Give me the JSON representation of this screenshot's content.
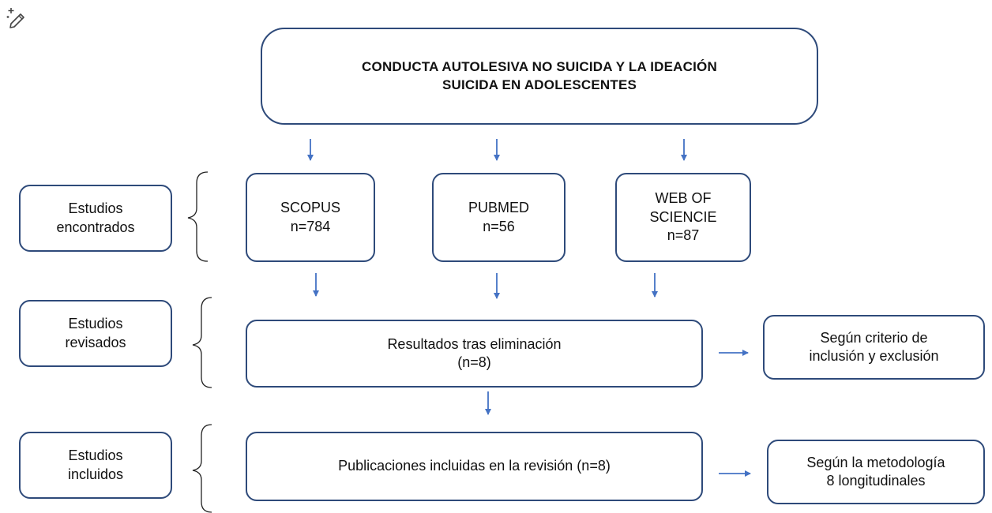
{
  "title": {
    "line1": "CONDUCTA AUTOLESIVA NO SUICIDA Y LA IDEACIÓN",
    "line2": "SUICIDA EN ADOLESCENTES"
  },
  "stages": {
    "found": {
      "line1": "Estudios",
      "line2": "encontrados"
    },
    "reviewed": {
      "line1": "Estudios",
      "line2": "revisados"
    },
    "included": {
      "line1": "Estudios",
      "line2": "incluidos"
    }
  },
  "databases": {
    "scopus": {
      "name": "SCOPUS",
      "count": "n=784"
    },
    "pubmed": {
      "name": "PUBMED",
      "count": "n=56"
    },
    "wos": {
      "line1": "WEB OF",
      "line2": "SCIENCIE",
      "count": "n=87"
    }
  },
  "results": {
    "line1": "Resultados tras eliminación",
    "line2": "(n=8)"
  },
  "criteria": {
    "line1": "Según criterio de",
    "line2": "inclusión y exclusión"
  },
  "publications": {
    "label": "Publicaciones incluidas en la revisión (n=8)"
  },
  "methodology": {
    "line1": "Según la metodología",
    "line2": "8 longitudinales"
  },
  "colors": {
    "border": "#2e4a7a",
    "arrow": "#4472c4"
  },
  "icons": {
    "top_left": "magic-pencil-icon"
  }
}
